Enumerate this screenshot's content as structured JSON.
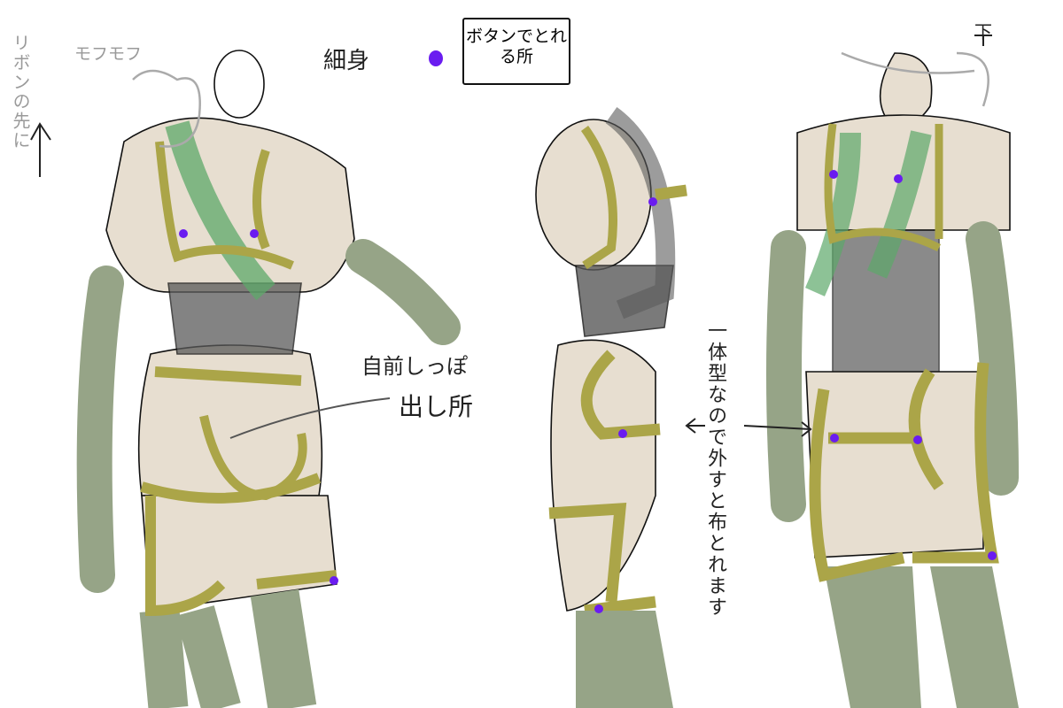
{
  "annotations": {
    "ribbon_tip": "リボンの先に",
    "fluffy": "モフモフ",
    "slim": "細身",
    "button_legend": "ボタンでとれる所",
    "tail_hole_line1": "自前しっぽ",
    "tail_hole_line2": "出し所",
    "one_piece_note": "一体型なので外すと布とれます",
    "bottom_label": "下"
  },
  "colors": {
    "skin": "#e7ded0",
    "harness": "#aba548",
    "stocking": "#96a487",
    "ribbon": "#5da86a",
    "corset": "#5a5a5a",
    "button": "#6a1cf0"
  }
}
